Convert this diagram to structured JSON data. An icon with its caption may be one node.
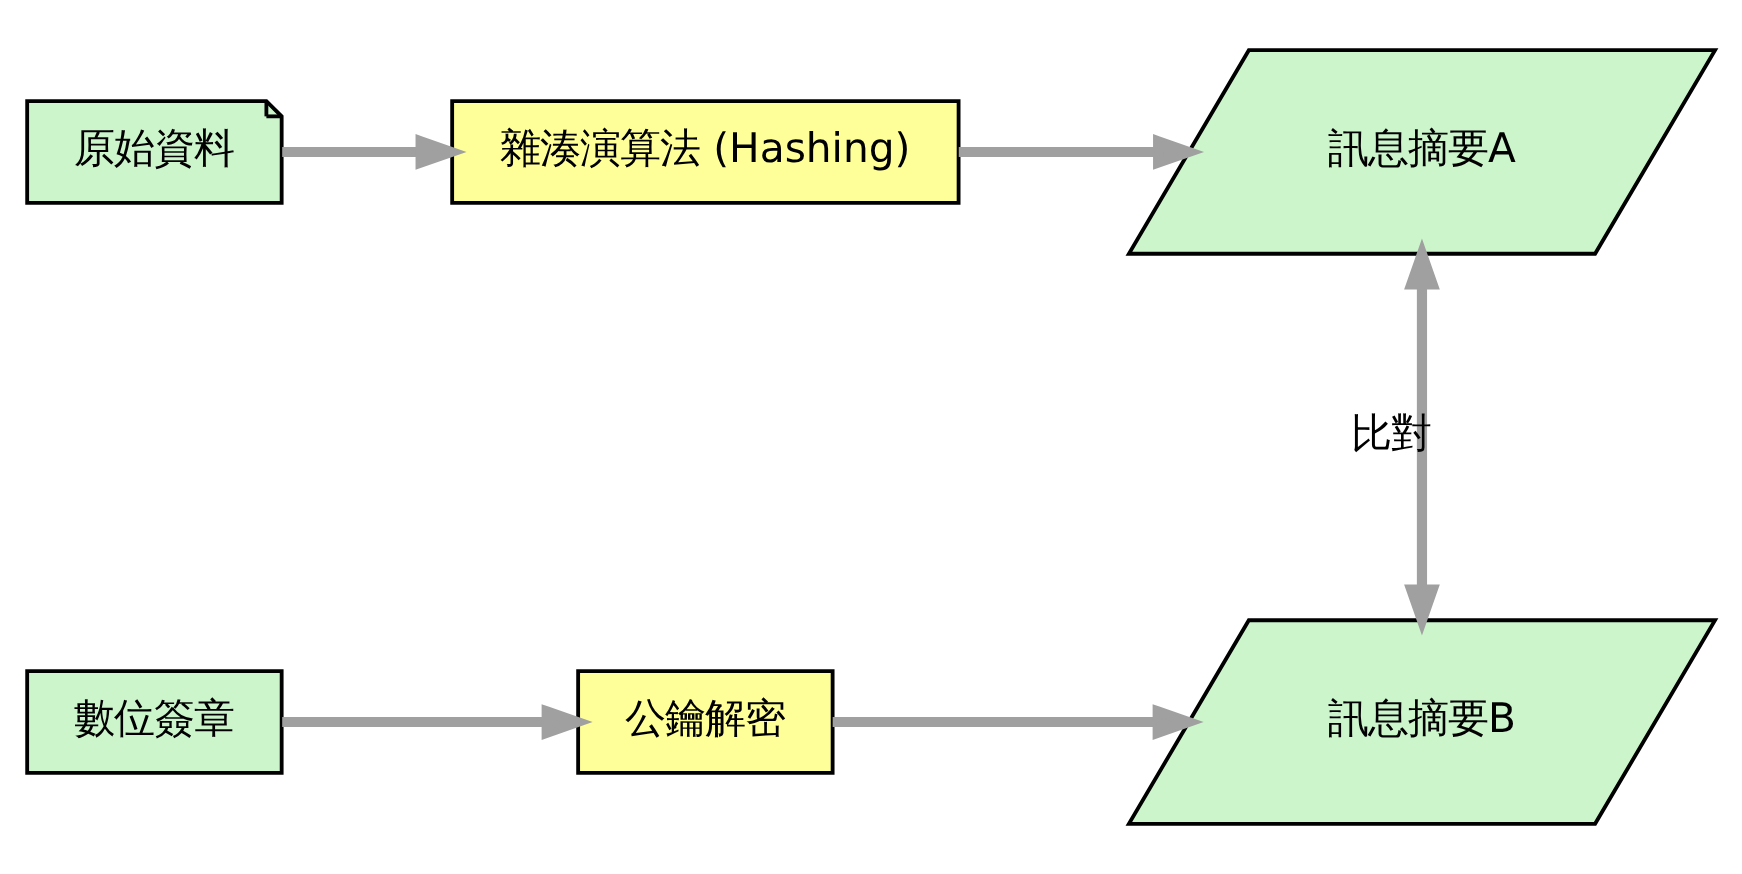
{
  "diagram": {
    "nodes": [
      {
        "text": [
          "原始資料"
        ]
      },
      {
        "text": [
          "雜湊演算法 (Hashing)"
        ]
      },
      {
        "text": [
          "訊息摘要A"
        ]
      },
      {
        "text": [
          "數位簽章"
        ]
      },
      {
        "text": [
          "公鑰解密"
        ]
      },
      {
        "text": [
          "訊息摘要B"
        ]
      }
    ],
    "edges": [
      {
        "from": 0,
        "to": 1,
        "arrow": "to"
      },
      {
        "from": 1,
        "to": 2,
        "arrow": "to"
      },
      {
        "from": 2,
        "to": 5,
        "arrow": "both",
        "label": "比對"
      },
      {
        "from": 3,
        "to": 4,
        "arrow": "to"
      },
      {
        "from": 4,
        "to": 5,
        "arrow": "to"
      }
    ]
  }
}
